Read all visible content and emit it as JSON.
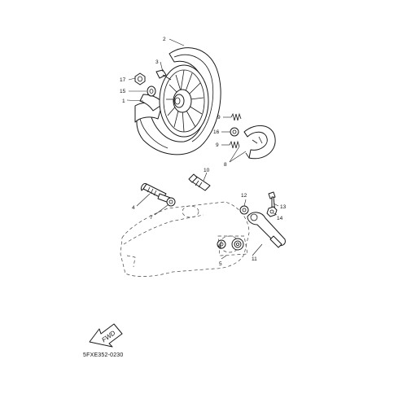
{
  "callouts": {
    "c1": "1",
    "c2": "2",
    "c3": "3",
    "c4": "4",
    "c5": "5",
    "c6": "6",
    "c7": "7",
    "c8": "8",
    "c9a": "9",
    "c9b": "9",
    "c10": "10",
    "c11": "11",
    "c12": "12",
    "c13": "13",
    "c14": "14",
    "c15": "15",
    "c16": "16",
    "c17": "17"
  },
  "fwd_label": "FWD",
  "diagram_code": "5FXE352-0230"
}
